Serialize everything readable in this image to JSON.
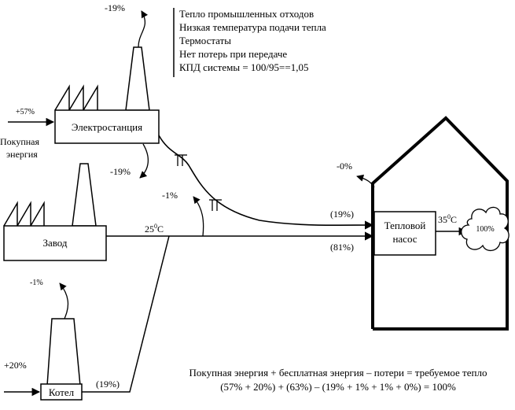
{
  "notes": [
    "Тепло промышленных отходов",
    "Низкая температура подачи тепла",
    "Термостаты",
    "Нет потерь при передаче",
    "КПД системы = 100/95==1,05"
  ],
  "boxes": {
    "power_plant": "Электростанция",
    "factory": "Завод",
    "boiler": "Котел",
    "heat_pump_line1": "Тепловой",
    "heat_pump_line2": "насос"
  },
  "labels": {
    "stack_loss_top": "-19%",
    "purchased_in": "+57%",
    "purchased_line1": "Покупная",
    "purchased_line2": "энергия",
    "plant_loss_down": "-19%",
    "pipe_loss": "-1%",
    "house_loss": "-0%",
    "boiler_loss": "-1%",
    "boiler_in": "+20%",
    "boiler_out": "(19%)",
    "flow_upper": "(19%)",
    "flow_lower": "(81%)",
    "temp_pipe_base": "25",
    "temp_pipe_sup": "0",
    "temp_pipe_unit": "C",
    "temp_house_base": "35",
    "temp_house_sup": "0",
    "temp_house_unit": "C",
    "cloud": "100%"
  },
  "equation": {
    "line1": "Покупная энергия + бесплатная энергия – потери = требуемое тепло",
    "line2": "(57% + 20%) + (63%) – (19% + 1% + 1% + 0%) = 100%"
  }
}
